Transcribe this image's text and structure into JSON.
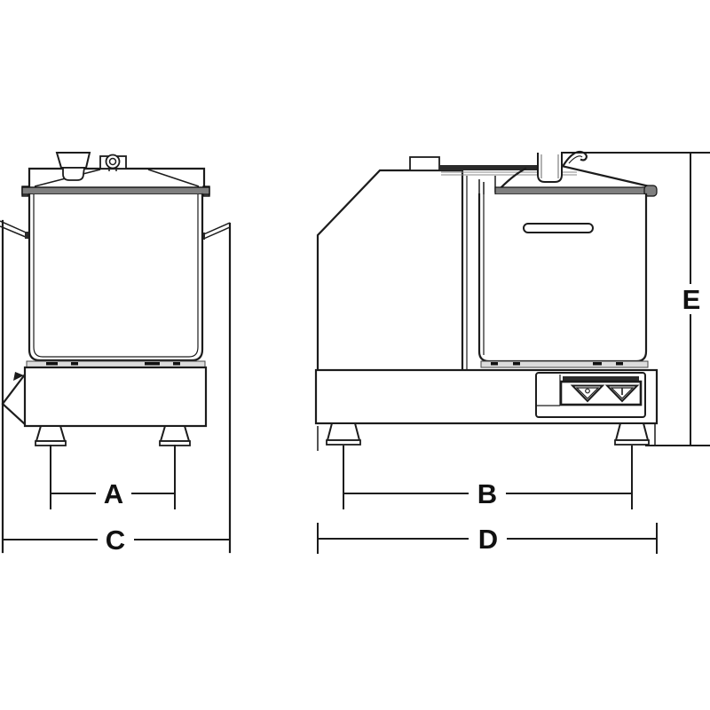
{
  "diagram": {
    "type": "technical-dimension-drawing",
    "subject": "bowl-cutter-food-processor-two-views",
    "dimension_labels": {
      "a": "A",
      "b": "B",
      "c": "C",
      "d": "D",
      "e": "E"
    },
    "colors": {
      "line": "#1c1c1c",
      "background": "#ffffff",
      "rim_fill": "#7f7f7f",
      "band_fill": "#dcdcdc",
      "dark_fill": "#2a2a2a"
    }
  }
}
